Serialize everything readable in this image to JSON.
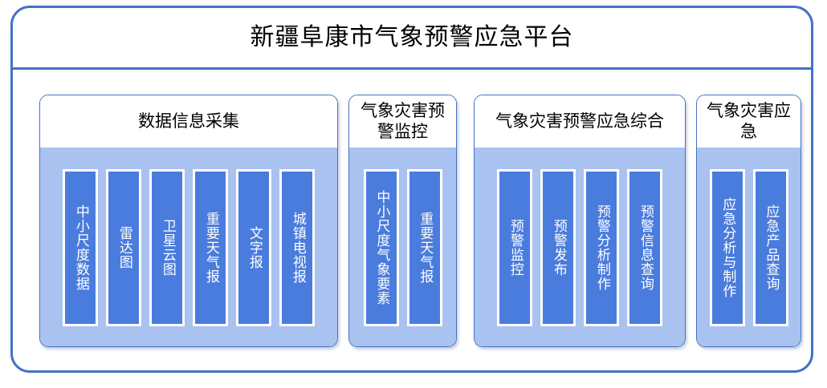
{
  "platform": {
    "title": "新疆阜康市气象预警应急平台",
    "border_color": "#4472C4",
    "background_color": "#FFFFFF"
  },
  "theme": {
    "group_border_color": "#4472C4",
    "group_body_color": "#A9C2F0",
    "tab_fill_color": "#4A7CDD",
    "tab_border_color": "#FFFFFF",
    "tab_text_color": "#FFFFFF",
    "title_text_color": "#000000"
  },
  "groups": [
    {
      "title": "数据信息采集",
      "tabs": [
        {
          "label": "中小尺度数据"
        },
        {
          "label": "雷达图"
        },
        {
          "label": "卫星云图"
        },
        {
          "label": "重要天气报"
        },
        {
          "label": "文字报"
        },
        {
          "label": "城镇电视报"
        }
      ]
    },
    {
      "title": "气象灾害预警监控",
      "tabs": [
        {
          "label": "中小尺度气象要素"
        },
        {
          "label": "重要天气报"
        }
      ]
    },
    {
      "title": "气象灾害预警应急综合",
      "tabs": [
        {
          "label": "预警监控"
        },
        {
          "label": "预警发布"
        },
        {
          "label": "预警分析制作"
        },
        {
          "label": "预警信息查询"
        }
      ]
    },
    {
      "title": "气象灾害应急",
      "tabs": [
        {
          "label": "应急分析与制作"
        },
        {
          "label": "应急产品查询"
        }
      ]
    }
  ]
}
